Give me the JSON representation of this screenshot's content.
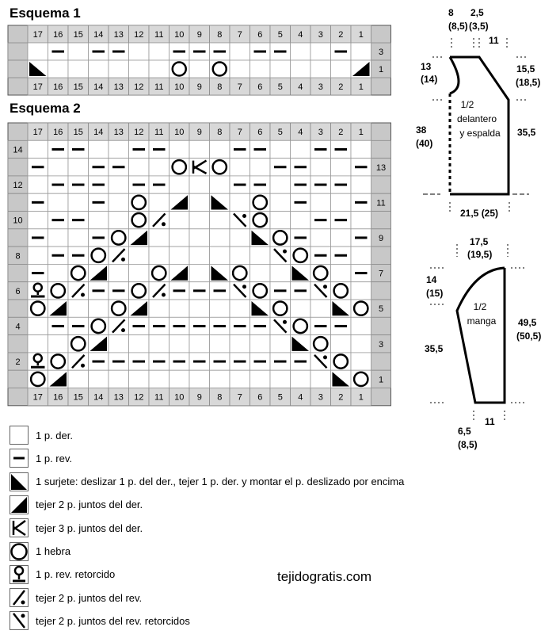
{
  "schema1": {
    "title": "Esquema 1",
    "cols": 17,
    "col_labels": [
      "17",
      "16",
      "15",
      "14",
      "13",
      "12",
      "11",
      "10",
      "9",
      "8",
      "7",
      "6",
      "5",
      "4",
      "3",
      "2",
      "1"
    ],
    "rows": [
      {
        "side": "right",
        "label": "3",
        "cells": [
          "",
          "p",
          "",
          "p",
          "p",
          "",
          "",
          "p",
          "p",
          "p",
          "",
          "p",
          "p",
          "",
          "",
          "p",
          ""
        ]
      },
      {
        "side": "right",
        "label": "1",
        "cells": [
          "ssk",
          "",
          "",
          "",
          "",
          "",
          "",
          "o",
          "",
          "o",
          "",
          "",
          "",
          "",
          "",
          "",
          "k2"
        ]
      }
    ]
  },
  "schema2": {
    "title": "Esquema 2",
    "cols": 17,
    "col_labels": [
      "17",
      "16",
      "15",
      "14",
      "13",
      "12",
      "11",
      "10",
      "9",
      "8",
      "7",
      "6",
      "5",
      "4",
      "3",
      "2",
      "1"
    ],
    "rows": [
      {
        "side": "left",
        "label": "14",
        "cells": [
          "",
          "p",
          "p",
          "",
          "",
          "p",
          "p",
          "",
          "",
          "",
          "p",
          "p",
          "",
          "",
          "p",
          "p",
          ""
        ]
      },
      {
        "side": "right",
        "label": "13",
        "cells": [
          "p",
          "",
          "",
          "p",
          "p",
          "",
          "",
          "o",
          "k3",
          "o",
          "",
          "",
          "p",
          "p",
          "",
          "",
          "p"
        ]
      },
      {
        "side": "left",
        "label": "12",
        "cells": [
          "",
          "p",
          "p",
          "p",
          "",
          "p",
          "p",
          "",
          "",
          "",
          "p",
          "p",
          "",
          "p",
          "p",
          "p",
          ""
        ]
      },
      {
        "side": "right",
        "label": "11",
        "cells": [
          "p",
          "",
          "",
          "p",
          "",
          "o",
          "",
          "k2",
          "",
          "ssk",
          "",
          "o",
          "",
          "p",
          "",
          "",
          "p"
        ]
      },
      {
        "side": "left",
        "label": "10",
        "cells": [
          "",
          "p",
          "p",
          "",
          "",
          "o",
          "p2",
          "",
          "",
          "",
          "p2t",
          "o",
          "",
          "",
          "p",
          "p",
          ""
        ]
      },
      {
        "side": "right",
        "label": "9",
        "cells": [
          "p",
          "",
          "",
          "p",
          "o",
          "k2",
          "",
          "",
          "",
          "",
          "",
          "ssk",
          "o",
          "p",
          "",
          "",
          "p"
        ]
      },
      {
        "side": "left",
        "label": "8",
        "cells": [
          "",
          "p",
          "p",
          "o",
          "p2",
          "",
          "",
          "",
          "",
          "",
          "",
          "",
          "p2t",
          "o",
          "p",
          "p",
          ""
        ]
      },
      {
        "side": "right",
        "label": "7",
        "cells": [
          "p",
          "",
          "o",
          "k2",
          "",
          "",
          "o",
          "k2",
          "",
          "ssk",
          "o",
          "",
          "",
          "ssk",
          "o",
          "",
          "p"
        ]
      },
      {
        "side": "left",
        "label": "6",
        "cells": [
          "ptbl",
          "o",
          "p2",
          "p",
          "p",
          "o",
          "p2",
          "p",
          "p",
          "p",
          "p2t",
          "o",
          "p",
          "p",
          "p2t",
          "o",
          ""
        ]
      },
      {
        "side": "right",
        "label": "5",
        "cells": [
          "o",
          "k2",
          "",
          "",
          "o",
          "k2",
          "",
          "",
          "",
          "",
          "",
          "ssk",
          "o",
          "",
          "",
          "ssk",
          "o"
        ]
      },
      {
        "side": "left",
        "label": "4",
        "cells": [
          "",
          "p",
          "p",
          "o",
          "p2",
          "p",
          "p",
          "p",
          "p",
          "p",
          "p",
          "p",
          "p2t",
          "o",
          "p",
          "p",
          ""
        ]
      },
      {
        "side": "right",
        "label": "3",
        "cells": [
          "",
          "",
          "o",
          "k2",
          "",
          "",
          "",
          "",
          "",
          "",
          "",
          "",
          "",
          "ssk",
          "o",
          "",
          ""
        ]
      },
      {
        "side": "left",
        "label": "2",
        "cells": [
          "ptbl",
          "o",
          "p2",
          "p",
          "p",
          "p",
          "p",
          "p",
          "p",
          "p",
          "p",
          "p",
          "p",
          "p",
          "p2t",
          "o",
          ""
        ]
      },
      {
        "side": "right",
        "label": "1",
        "cells": [
          "o",
          "k2",
          "",
          "",
          "",
          "",
          "",
          "",
          "",
          "",
          "",
          "",
          "",
          "",
          "",
          "ssk",
          "o"
        ]
      }
    ]
  },
  "legend": [
    {
      "symbol": "",
      "text": "1 p. der."
    },
    {
      "symbol": "p",
      "text": "1 p. rev."
    },
    {
      "symbol": "ssk",
      "text": "1 surjete: deslizar 1 p. del der., tejer 1 p. der. y montar el p. deslizado por encima"
    },
    {
      "symbol": "k2",
      "text": "tejer 2 p. juntos del der."
    },
    {
      "symbol": "k3",
      "text": "tejer 3 p. juntos del der."
    },
    {
      "symbol": "o",
      "text": "1 hebra"
    },
    {
      "symbol": "ptbl",
      "text": "1 p. rev. retorcido"
    },
    {
      "symbol": "p2",
      "text": "tejer 2 p. juntos del rev."
    },
    {
      "symbol": "p2t",
      "text": "tejer 2 p. juntos del rev. retorcidos"
    }
  ],
  "site": "tejidogratis.com",
  "body_schematic": {
    "label_line1": "1/2",
    "label_line2": "delantero",
    "label_line3": "y espalda",
    "neck_width": "8",
    "neck_width_alt": "(8,5)",
    "shoulder_top": "2,5",
    "shoulder_top_alt": "(3,5)",
    "shoulder_width": "11",
    "neck_depth": "13",
    "neck_depth_alt": "(14)",
    "armhole": "15,5",
    "armhole_alt": "(18,5)",
    "side_length": "38",
    "side_length_alt": "(40)",
    "right_length": "35,5",
    "width": "21,5 (25)"
  },
  "sleeve_schematic": {
    "label_line1": "1/2",
    "label_line2": "manga",
    "top_width": "17,5",
    "top_width_alt": "(19,5)",
    "cap": "14",
    "cap_alt": "(15)",
    "length_right": "49,5",
    "length_right_alt": "(50,5)",
    "length_left": "35,5",
    "cuff": "11",
    "bottom": "6,5",
    "bottom_alt": "(8,5)"
  }
}
